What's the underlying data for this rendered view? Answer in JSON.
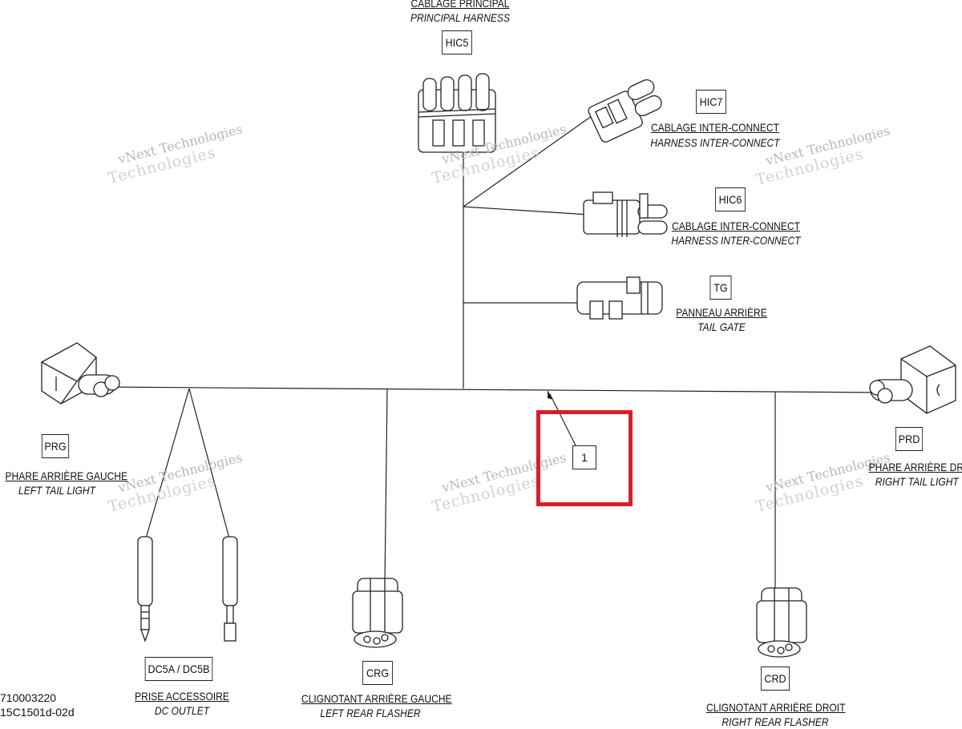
{
  "connectors": {
    "hic5": {
      "code": "HIC5",
      "fr": "CABLAGE PRINCIPAL",
      "en": "PRINCIPAL HARNESS"
    },
    "hic7": {
      "code": "HIC7",
      "fr": "CABLAGE INTER-CONNECT",
      "en": "HARNESS INTER-CONNECT"
    },
    "hic6": {
      "code": "HIC6",
      "fr": "CABLAGE INTER-CONNECT",
      "en": "HARNESS INTER-CONNECT"
    },
    "tg": {
      "code": "TG",
      "fr": "PANNEAU ARRIÈRE",
      "en": "TAIL GATE"
    },
    "prg": {
      "code": "PRG",
      "fr": "PHARE ARRIÈRE GAUCHE",
      "en": "LEFT TAIL LIGHT"
    },
    "prd": {
      "code": "PRD",
      "fr": "PHARE ARRIÈRE DROIT",
      "en": "RIGHT TAIL LIGHT"
    },
    "dc5": {
      "code": "DC5A / DC5B",
      "fr": "PRISE ACCESSOIRE",
      "en": "DC OUTLET"
    },
    "crg": {
      "code": "CRG",
      "fr": "CLIGNOTANT ARRIÈRE GAUCHE",
      "en": "LEFT REAR FLASHER"
    },
    "crd": {
      "code": "CRD",
      "fr": "CLIGNOTANT ARRIÈRE DROIT",
      "en": "RIGHT REAR FLASHER"
    }
  },
  "callout": {
    "number": "1"
  },
  "watermark": {
    "line1": "vNext Technologies",
    "line2": "Technologies"
  },
  "reference": {
    "line1": "710003220",
    "line2": "15C1501d-02d"
  },
  "colors": {
    "line": "#222222",
    "highlight": "#d81e26",
    "watermark": "#b8b8b8"
  }
}
